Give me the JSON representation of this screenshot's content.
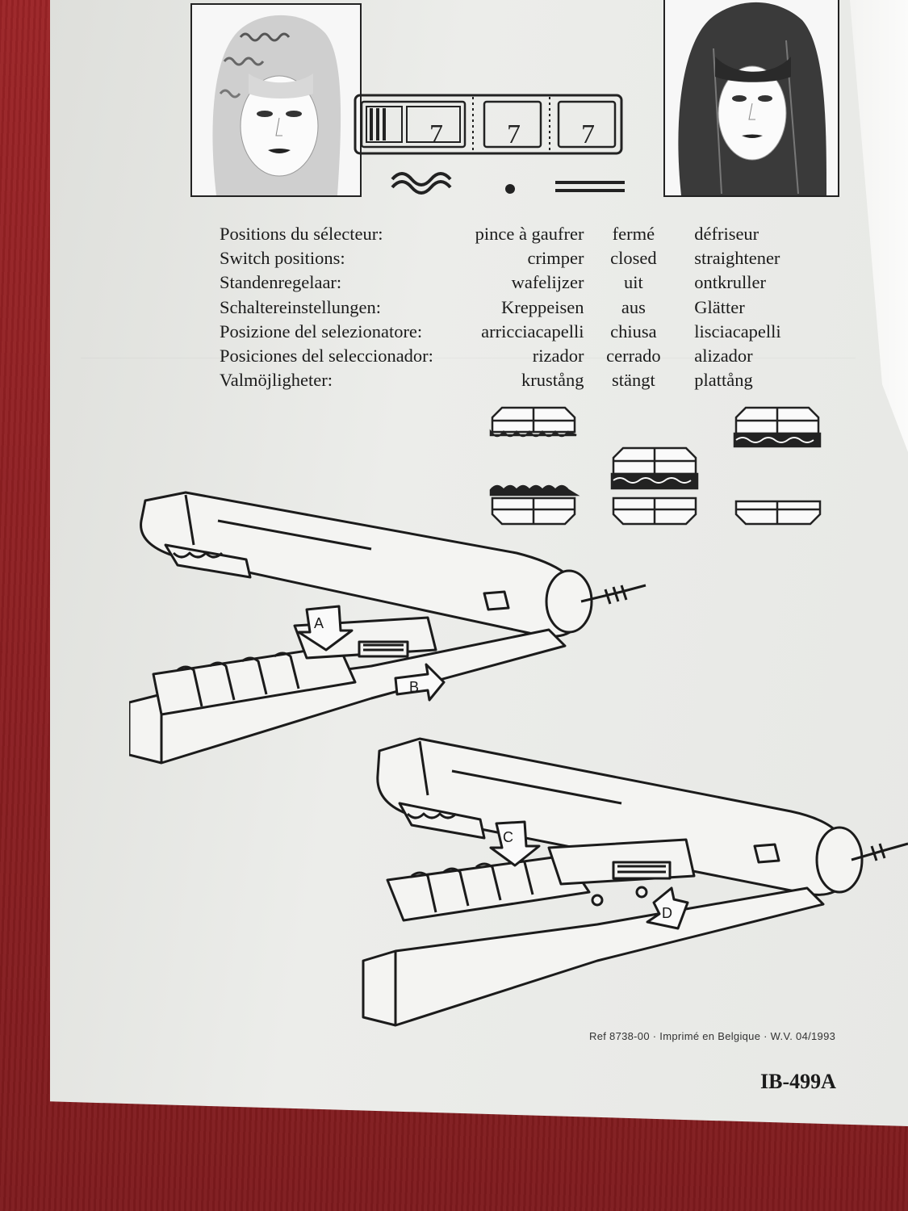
{
  "switch_numbers": [
    "7",
    "7",
    "7"
  ],
  "table": {
    "rows": [
      {
        "label": "Positions du sélecteur:",
        "crimper": "pince à gaufrer",
        "closed": "fermé",
        "straightener": "défriseur"
      },
      {
        "label": "Switch positions:",
        "crimper": "crimper",
        "closed": "closed",
        "straightener": "straightener"
      },
      {
        "label": "Standenregelaar:",
        "crimper": "wafelijzer",
        "closed": "uit",
        "straightener": "ontkruller"
      },
      {
        "label": "Schaltereinstellungen:",
        "crimper": "Kreppeisen",
        "closed": "aus",
        "straightener": "Glätter"
      },
      {
        "label": "Posizione del selezionatore:",
        "crimper": "arricciacapelli",
        "closed": "chiusa",
        "straightener": "lisciacapelli"
      },
      {
        "label": "Posiciones del seleccionador:",
        "crimper": "rizador",
        "closed": "cerrado",
        "straightener": "alizador"
      },
      {
        "label": "Valmöjligheter:",
        "crimper": "krustång",
        "closed": "stängt",
        "straightener": "plattång"
      }
    ]
  },
  "callouts": {
    "a": "A",
    "b": "B",
    "c": "C",
    "d": "D"
  },
  "footer": {
    "ref": "Ref 8738-00 · Imprimé en Belgique · W.V. 04/1993",
    "code": "IB-499A"
  },
  "colors": {
    "ink": "#1b1b1b",
    "paper": "#e7e8e5",
    "table_surface": "#8e1f22"
  }
}
